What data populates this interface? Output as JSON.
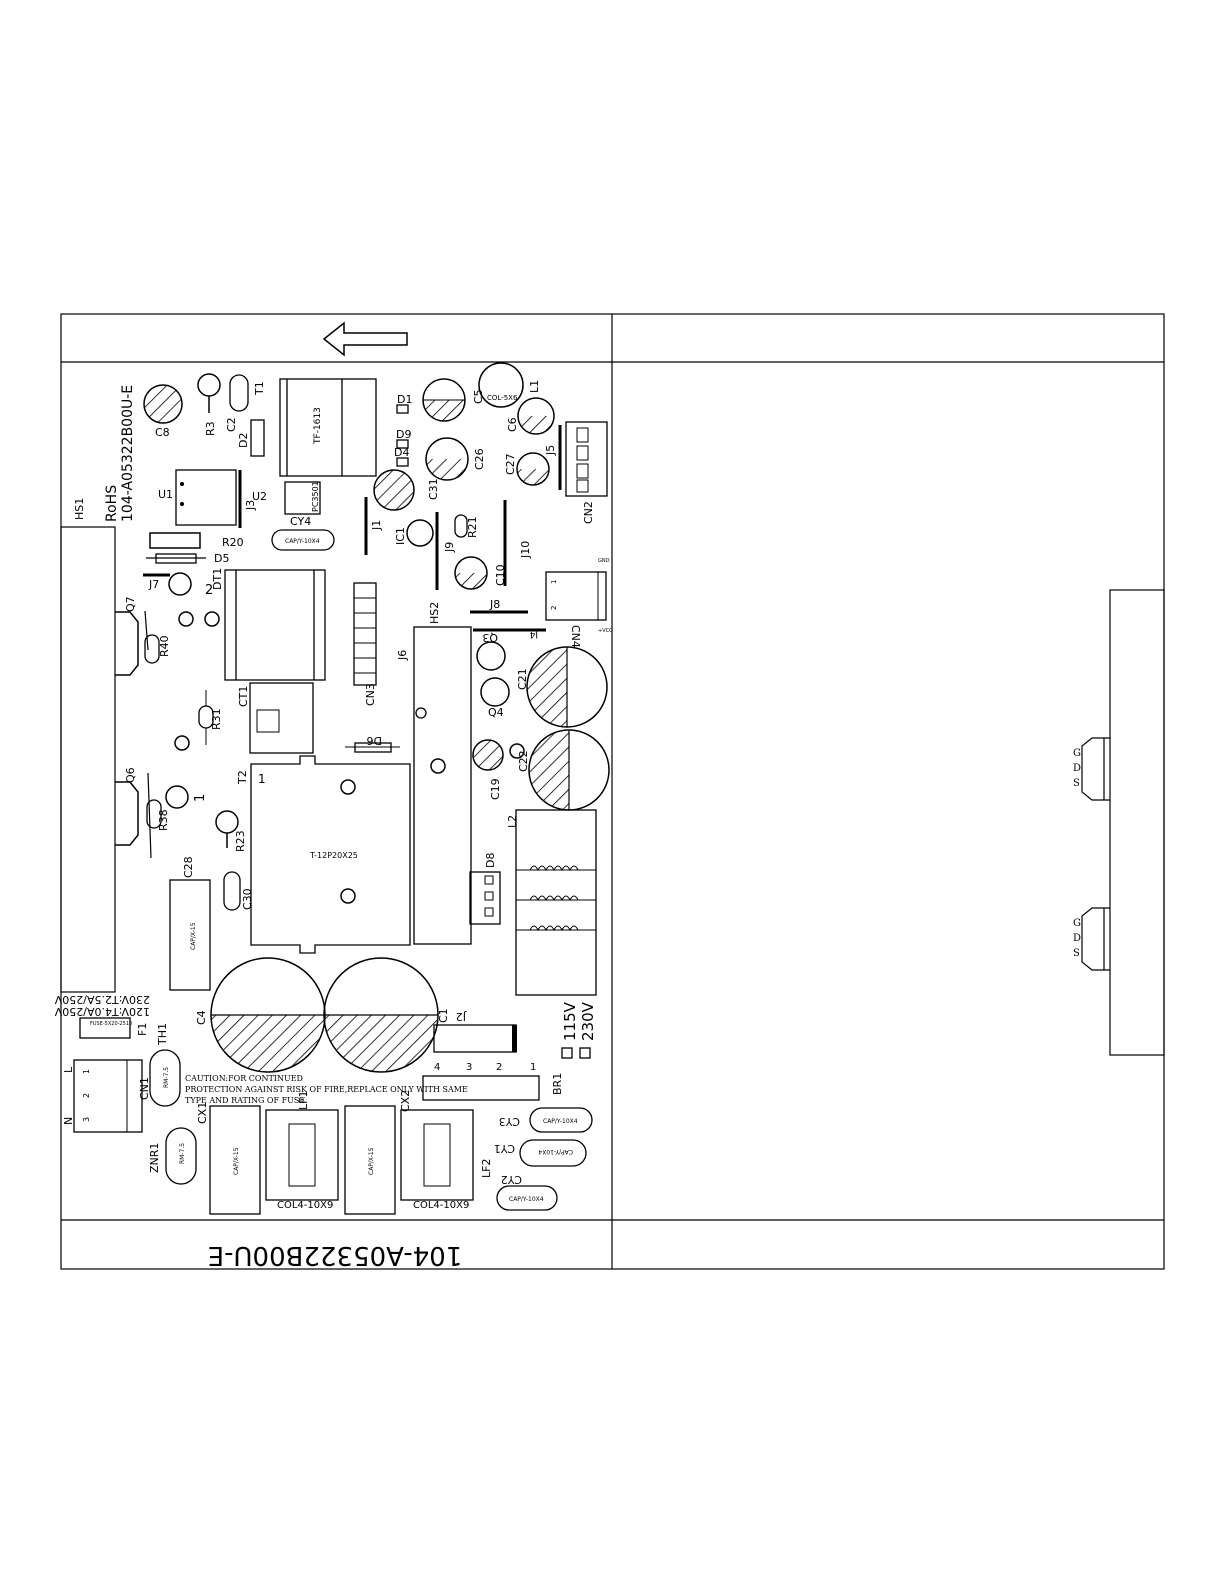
{
  "board": {
    "part_number": "104-A05322B00U-E",
    "part_number_mirrored": "104-A05322B00U-E",
    "rohs": "RoHS",
    "heatsink_label": "HS1",
    "voltage_options": [
      "115V",
      "230V"
    ],
    "fuse_rating": [
      "230V:T2.5A/250V",
      "120V:T4.0A/250V"
    ],
    "caution_lines": [
      "CAUTION:FOR CONTINUED",
      "PROTECTION AGAINST RISK OF FIRE,REPLACE ONLY WITH SAME",
      "TYPE AND RATING OF FUSE"
    ],
    "mosfet_pins": [
      "G",
      "D",
      "S"
    ]
  },
  "references": {
    "C8": "C8",
    "R3": "R3",
    "C2": "C2",
    "D2": "D2",
    "T1": "T1",
    "TF1613": "TF-1613",
    "D1": "D1",
    "D9": "D9",
    "D4": "D4",
    "C5": "C5",
    "L1": "L1",
    "COL5X6": "COL-5X6",
    "C6": "C6",
    "C26": "C26",
    "C27": "C27",
    "J5": "J5",
    "CN2": "CN2",
    "U1": "U1",
    "J3": "J3",
    "U2": "U2",
    "PC3501": "PC3501",
    "C31": "C31",
    "J1": "J1",
    "IC1": "IC1",
    "R21": "R21",
    "J9": "J9",
    "J10": "J10",
    "CY4": "CY4",
    "R20": "R20",
    "D5": "D5",
    "J7": "J7",
    "DT1": "DT1",
    "N2": "2",
    "C10": "C10",
    "Q7": "Q7",
    "R40": "R40",
    "HS2": "HS2",
    "J8": "J8",
    "J4": "J4",
    "CN4": "CN4",
    "CN3": "CN3",
    "J6": "J6",
    "Q3": "Q3",
    "C21": "C21",
    "Q4": "Q4",
    "CT1": "CT1",
    "R31": "R31",
    "D6": "D6",
    "C19": "C19",
    "C22": "C22",
    "T2": "T2",
    "T2_pin": "1",
    "Q6": "Q6",
    "R38": "R38",
    "N1": "1",
    "R23": "R23",
    "T12P20X25": "T-12P20X25",
    "L2": "L2",
    "D8": "D8",
    "C28": "C28",
    "C30": "C30",
    "C4": "C4",
    "C1": "C1",
    "J2": "J2",
    "F1": "F1",
    "TH1": "TH1",
    "CN1": "CN1",
    "BR1": "BR1",
    "CX2": "CX2",
    "CY3": "CY3",
    "CX1": "CX1",
    "LF1": "LF1",
    "CY1": "CY1",
    "ZNR1": "ZNR1",
    "LF2": "LF2",
    "CY2": "CY2",
    "COL1": "COL4-10X9",
    "COL2": "COL4-10X9"
  },
  "small_text": {
    "capy": "CAP/Y-10X4",
    "capx15": "CAP/X-15",
    "capx2": "CAP/X-15",
    "fuse": "FUSE-5X20-2510",
    "rm": "RM-7.5",
    "cn1_pins": [
      "L",
      "N"
    ],
    "cn1_nums": [
      "1",
      "2",
      "3"
    ],
    "j2_pins": [
      "4",
      "3",
      "2",
      "1"
    ],
    "cn4_pins": [
      "1",
      "2"
    ],
    "gnd": "GND",
    "vcc": "+VCC"
  }
}
